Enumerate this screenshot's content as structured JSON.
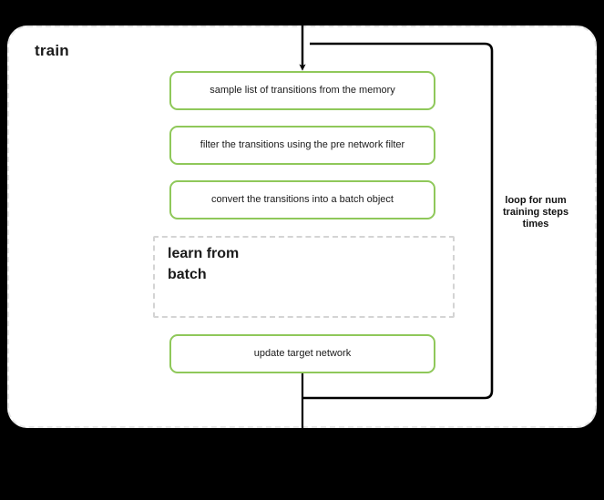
{
  "diagram": {
    "title": "train",
    "background_color": "#000000",
    "block_fill": "#ffffff",
    "block_border_color": "#e6e6e6",
    "step_border_color": "#8fc85a",
    "connector_color": "#000000",
    "sub_block_border_color": "#d4d4d4"
  },
  "steps": [
    {
      "label": "sample list of transitions from the memory"
    },
    {
      "label": "filter the transitions using the pre network filter"
    },
    {
      "label": "convert the transitions into a batch object"
    },
    {
      "label": "update target network"
    }
  ],
  "sub_block": {
    "title": "learn from\nbatch"
  },
  "loop": {
    "label": "loop for num\ntraining steps\ntimes"
  }
}
